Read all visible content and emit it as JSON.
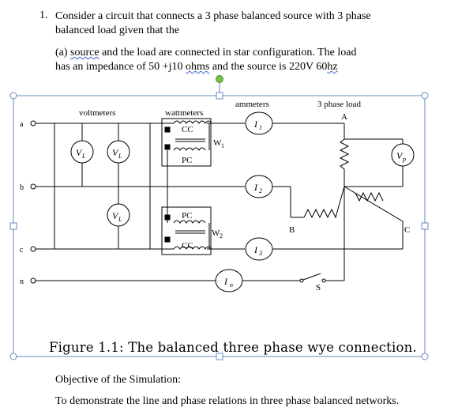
{
  "question": {
    "number": "1.",
    "line1": "Consider a circuit that connects a 3 phase balanced source with 3 phase",
    "line2": "balanced load given that the",
    "part_a_prefix": "(a) ",
    "part_a_word1": "source",
    "part_a_mid": " and the load are connected in star configuration. The load",
    "part_a_line2_pre": "has an impedance of 50 +j10 ",
    "part_a_word2": "ohms",
    "part_a_line2_mid": " and the source is 220V 60",
    "part_a_word3": "hz"
  },
  "figure": {
    "labels": {
      "voltmeters": "voltmeters",
      "wattmeters": "wattmeters",
      "ammeters": "ammeters",
      "load": "3 phase load",
      "node_A": "A",
      "node_B": "B",
      "node_C": "C",
      "switch": "S",
      "line_a": "a",
      "line_b": "b",
      "line_c": "c",
      "line_n": "n",
      "cc1": "CC",
      "pc1": "PC",
      "pc2": "PC",
      "cc2": "CC",
      "w1": "W",
      "w1_sub": "1",
      "w2": "W",
      "w2_sub": "2",
      "vl": "V",
      "vl_sub": "L",
      "vp": "V",
      "vp_sub": "p",
      "i1": "I",
      "i1_sub": "1",
      "i2": "I",
      "i2_sub": "2",
      "i3": "I",
      "i3_sub": "3",
      "in": "I",
      "in_sub": "n"
    },
    "caption": "Figure 1.1: The balanced three phase wye connection."
  },
  "objective": {
    "title": "Objective of the Simulation:",
    "text": "To demonstrate the line and phase relations in three phase balanced networks."
  },
  "colors": {
    "selection_frame": "#6a88c0",
    "rotate_handle": "#7cc04a",
    "squiggle": "#3a60c8"
  }
}
